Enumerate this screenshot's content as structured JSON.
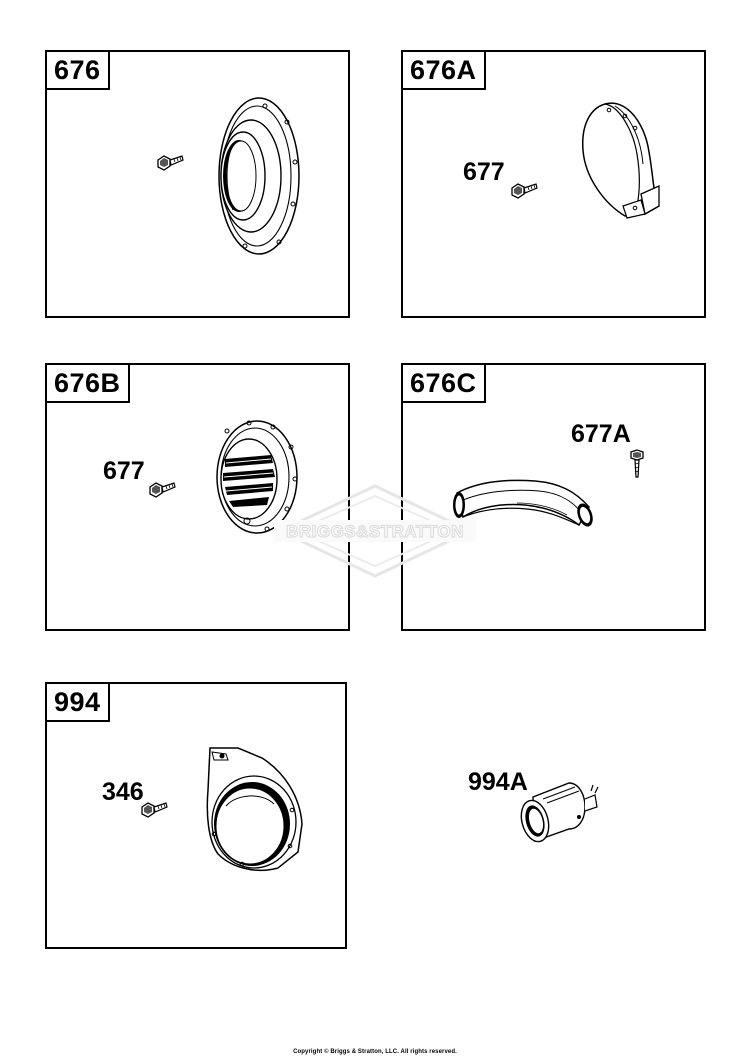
{
  "panels": [
    {
      "tag": "676"
    },
    {
      "tag": "676A"
    },
    {
      "tag": "676B"
    },
    {
      "tag": "676C"
    },
    {
      "tag": "994"
    }
  ],
  "part_labels": {
    "p676a_screw": "677",
    "p676b_screw": "677",
    "p676c_screw": "677A",
    "p994_screw": "346",
    "standalone": "994A"
  },
  "watermark_text": "BRIGGS&STRATTON",
  "copyright": "Copyright © Briggs & Stratton, LLC. All rights reserved."
}
